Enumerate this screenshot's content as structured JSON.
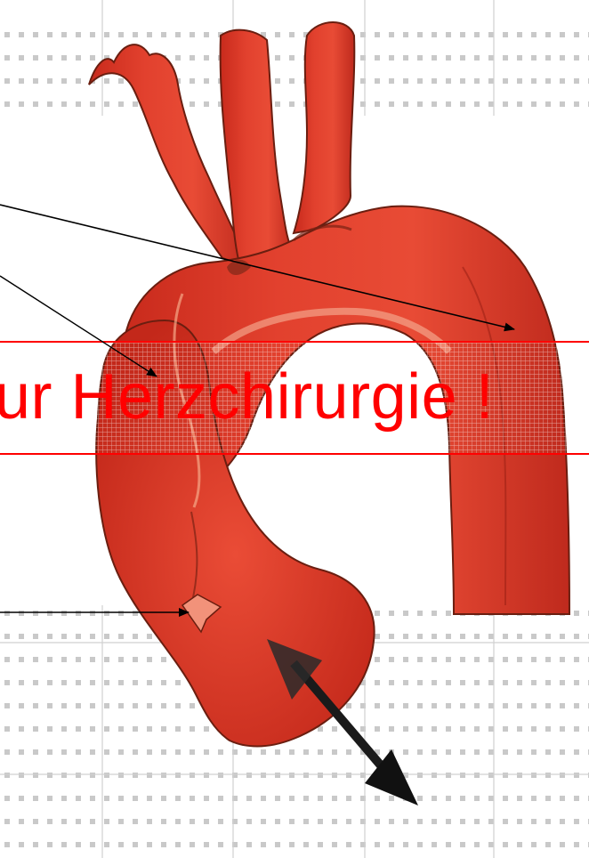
{
  "banner": {
    "text": "ur Herzchirurgie !",
    "color": "#ff0000",
    "line_color": "#ff0000"
  },
  "colors": {
    "aorta": "#e0392a",
    "aorta_shade": "#b32118",
    "aorta_light": "#f07a5a",
    "outline": "#5a1a0c",
    "arrow": "#000000",
    "grid": "#d2d2d2",
    "dots": "#c4c4c4"
  },
  "illustration": {
    "subject": "aortic arch with supra-aortic branches and ascending aortic aneurysm",
    "annotation_arrows": 3,
    "double_arrow": "dilation indicator"
  }
}
